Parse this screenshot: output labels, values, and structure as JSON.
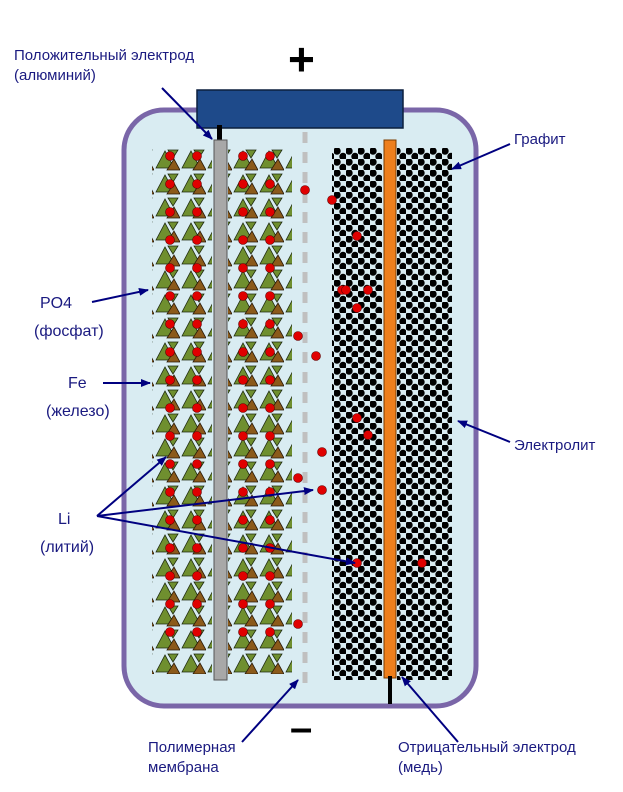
{
  "signs": {
    "plus": "+",
    "minus": "–"
  },
  "labels": {
    "positive_electrode": [
      "Положительный электрод",
      "(алюминий)"
    ],
    "graphite": "Графит",
    "po4": [
      "PO4",
      "(фосфат)"
    ],
    "fe": [
      "Fe",
      "(железо)"
    ],
    "electrolyte": "Электролит",
    "li": [
      "Li",
      "(литий)"
    ],
    "membrane": [
      "Полимерная",
      "мембрана"
    ],
    "negative_electrode": [
      "Отрицательный электрод",
      "(медь)"
    ]
  },
  "colors": {
    "label_text": "#1a1a80",
    "arrow": "#000080",
    "cell_outline": "#7a66a8",
    "electrolyte_fill": "#d9ecf2",
    "terminal_cap": "#1e4a8a",
    "aluminium_plate": "#a8a8a8",
    "copper_plate": "#ee7f1d",
    "membrane": "#c0c0c0",
    "li_ion": "#e00000",
    "phosphate_green": "#6f8f2f",
    "iron_brown": "#8b5a1a",
    "graphite_black": "#000000"
  }
}
